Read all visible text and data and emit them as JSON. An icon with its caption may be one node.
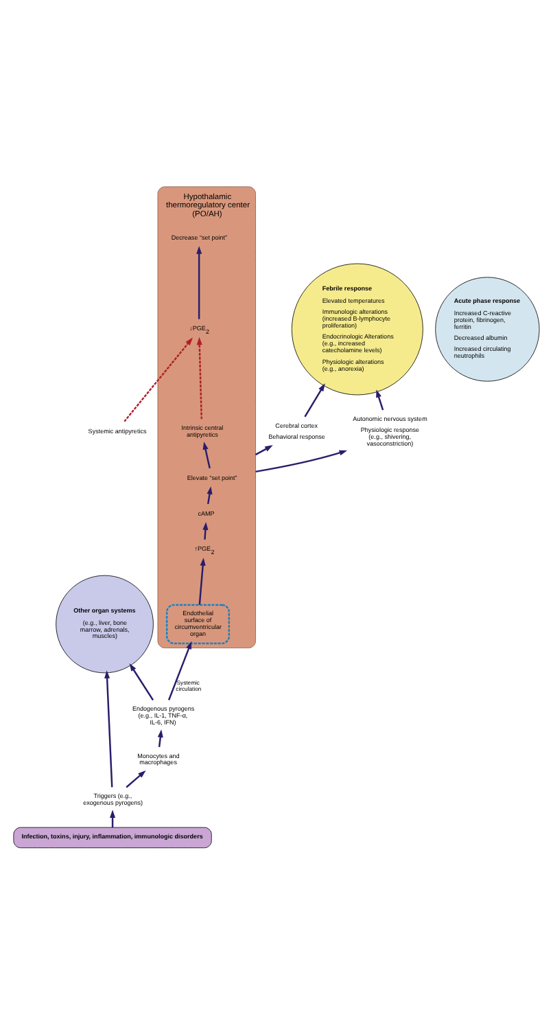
{
  "diagram": {
    "nodes": [
      {
        "text": [
          "Febrile response",
          "Elevated temperatures",
          "Immunologic alterations (increased B-lymphocyte proliferation)",
          "Endocrinologic Alterations (e.g., increased catecholamine levels)",
          "Physiologic alterations (e.g., anorexia)"
        ]
      },
      {
        "text": [
          "Acute phase response",
          "Increased C-reactive protein, fibrinogen, ferritin",
          "Decreased albumin",
          "Increased circulating neutrophils"
        ]
      },
      {
        "text": [
          "Cerebral cortex",
          "Behavioral response"
        ]
      },
      {
        "text": [
          "Autonomic nervous system",
          "Physiologic response (e.g., shivering, vasoconstriction)"
        ]
      },
      {
        "text": [
          "Hypothalamic thermoregulatory center (PO/AH)"
        ]
      },
      {
        "text": [
          "Elevate “set point”"
        ],
        "in": 4
      },
      {
        "text": [
          "cAMP"
        ],
        "in": 4
      },
      {
        "text": [
          "Intrinsic central antipyretics"
        ],
        "in": 4
      },
      {
        "text": [
          "↓PGE$_{2}$"
        ],
        "in": 4
      },
      {
        "text": [
          "↑PGE$_{2}$"
        ],
        "in": 4
      },
      {
        "text": [
          "Decrease “set point”"
        ],
        "in": 4
      },
      {
        "text": [
          "Endothelial surface of circumventricular organ"
        ],
        "in": 4
      },
      {
        "text": [
          "Systemic antipyretics"
        ]
      },
      {
        "text": [
          "Endogenous pyrogens (e.g., IL-1, TNF-α, IL-6, IFN)"
        ]
      },
      {
        "text": [
          "Other organ systems",
          "(e.g., liver, bone marrow, adrenals, muscles)"
        ]
      },
      {
        "text": [
          "Monocytes and macrophages"
        ]
      },
      {
        "text": [
          "Triggers (e.g., exogenous pyrogens)"
        ]
      },
      {
        "text": [
          "Infection, toxins, injury, inflammation, immunologic disorders"
        ]
      }
    ],
    "edges": [
      {
        "from": 17,
        "to": 16,
        "arrow": "to"
      },
      {
        "from": 16,
        "to": 15,
        "arrow": "to"
      },
      {
        "from": 16,
        "to": 14,
        "arrow": "to"
      },
      {
        "from": 15,
        "to": 13,
        "arrow": "to"
      },
      {
        "from": 13,
        "to": 14,
        "arrow": "to"
      },
      {
        "from": 13,
        "to": 11,
        "arrow": "to",
        "label": "Systemic circulation"
      },
      {
        "from": 11,
        "to": 9,
        "arrow": "to"
      },
      {
        "from": 9,
        "to": 6,
        "arrow": "to"
      },
      {
        "from": 6,
        "to": 5,
        "arrow": "to"
      },
      {
        "from": 5,
        "to": 7,
        "arrow": "to"
      },
      {
        "from": 8,
        "to": 10,
        "arrow": "to"
      },
      {
        "from": 7,
        "to": 8,
        "arrow": "to",
        "style": "dashed",
        "color": "#b0202a"
      },
      {
        "from": 12,
        "to": 8,
        "arrow": "to",
        "style": "dashed",
        "color": "#b0202a"
      },
      {
        "from": 4,
        "to": 2,
        "arrow": "to"
      },
      {
        "from": 4,
        "to": 3,
        "arrow": "to"
      },
      {
        "from": 2,
        "to": 0,
        "arrow": "to"
      },
      {
        "from": 3,
        "to": 0,
        "arrow": "to"
      }
    ]
  }
}
